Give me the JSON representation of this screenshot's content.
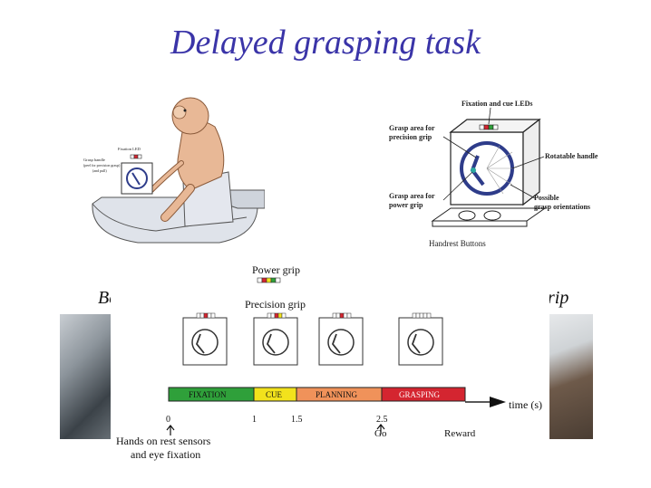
{
  "title": "Delayed grasping task",
  "monkey_setup": {
    "fixation_leds": "Fixation LED",
    "grasp_handle_line1": "Grasp handle",
    "grasp_handle_line2": "(peel for precision grasp)",
    "grasp_handle_line3": "(and pull)"
  },
  "apparatus": {
    "fixation_cue_leds": "Fixation and cue LEDs",
    "precision_area_line1": "Grasp area for",
    "precision_area_line2": "precision grip",
    "power_area_line1": "Grasp area for",
    "power_area_line2": "power grip",
    "rotatable_handle": "Rotatable handle",
    "possible_line1": "Possible",
    "possible_line2": "grasp orientations",
    "handrest_buttons": "Handrest Buttons"
  },
  "side_labels": {
    "left": "Ba",
    "right": "rip"
  },
  "timeline": {
    "power_grip_label": "Power grip",
    "precision_grip_label": "Precision grip",
    "axis_label": "time (s)",
    "phases": [
      {
        "label": "FIXATION",
        "color": "#2fa03a"
      },
      {
        "label": "CUE",
        "color": "#f2e21c"
      },
      {
        "label": "PLANNING",
        "color": "#f0925a"
      },
      {
        "label": "GRASPING",
        "color": "#d42530"
      }
    ],
    "ticks": [
      "0",
      "1",
      "1.5",
      "2.5"
    ],
    "start_note_line1": "Hands on rest sensors",
    "start_note_line2": "and eye fixation",
    "go_label": "Go",
    "reward_label": "Reward"
  },
  "colors": {
    "title": "#3a34a8",
    "led_red": "#d42530",
    "led_green": "#2fa03a",
    "led_yellow": "#f2e21c"
  }
}
